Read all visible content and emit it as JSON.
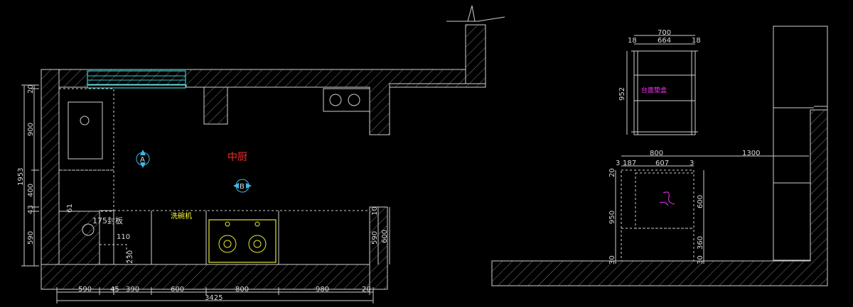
{
  "labels": {
    "room": "中厨",
    "dishwasher": "洗碗机",
    "seal_board": "175封板",
    "counter_box": "台面垫盒",
    "marker_a": "A",
    "marker_b": "B"
  },
  "plan_dims": {
    "bottom": [
      "590",
      "45",
      "390",
      "600",
      "800",
      "980",
      "20"
    ],
    "total": "3425",
    "left": [
      "20",
      "900",
      "400",
      "43",
      "590"
    ],
    "left_total": "1953",
    "right": [
      "10",
      "590",
      "600"
    ],
    "small": [
      "61",
      "110",
      "230"
    ]
  },
  "elev_dims": {
    "top": [
      "700",
      "18",
      "664",
      "18"
    ],
    "height": "952",
    "mid": [
      "800",
      "1300",
      "3",
      "187",
      "607",
      "3"
    ],
    "left": [
      "20",
      "950",
      "30"
    ],
    "right": [
      "600",
      "360",
      "30"
    ]
  },
  "colors": {
    "lines": "#cfcfcf",
    "window": "#2fd0d0",
    "room_label": "#ff2a2a",
    "dishwasher_label": "#ffff33",
    "hob": "#e6e633",
    "counter_box": "#ff33ff"
  }
}
